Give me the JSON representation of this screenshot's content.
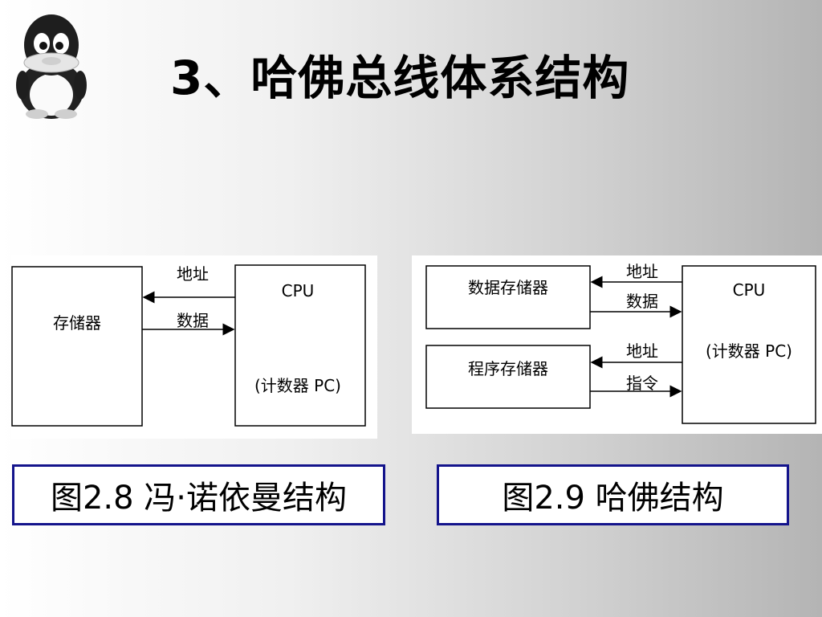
{
  "slide": {
    "title": "3、哈佛总线体系结构"
  },
  "logo": {
    "icon": "penguin-icon"
  },
  "figure_von_neumann": {
    "memory_label": "存储器",
    "address_label": "地址",
    "data_label": "数据",
    "cpu_label": "CPU",
    "pc_label": "(计数器 PC)"
  },
  "figure_harvard": {
    "data_memory_label": "数据存储器",
    "program_memory_label": "程序存储器",
    "address_label_top": "地址",
    "data_label": "数据",
    "address_label_bottom": "地址",
    "instruction_label": "指令",
    "cpu_label": "CPU",
    "pc_label": "(计数器 PC)"
  },
  "captions": {
    "von_neumann": "图2.8 冯·诺依曼结构",
    "harvard": "图2.9  哈佛结构"
  },
  "colors": {
    "caption_border": "#14148c"
  }
}
